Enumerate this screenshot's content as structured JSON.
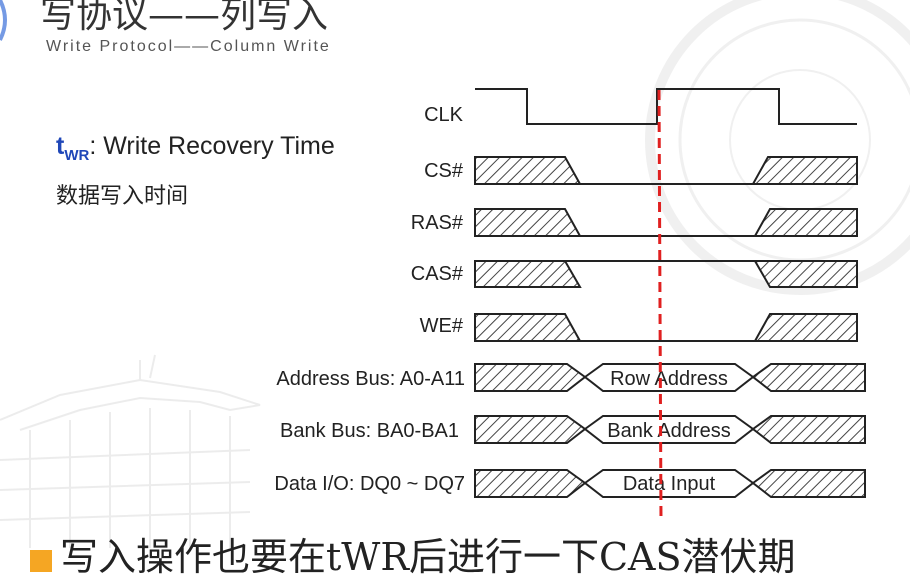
{
  "slide": {
    "title": "写协议——列写入",
    "subtitle": "Write Protocol——Column Write",
    "twr_symbol": "t",
    "twr_subscript": "WR",
    "twr_text": ": Write Recovery Time",
    "twr_chinese": "数据写入时间",
    "bottom_text": "写入操作也要在tWR后进行一下CAS潜伏期"
  },
  "timing": {
    "signals": [
      "CLK",
      "CS#",
      "RAS#",
      "CAS#",
      "WE#"
    ],
    "buses": [
      "Address Bus: A0-A11",
      "Bank Bus: BA0-BA1",
      "Data I/O: DQ0 ~ DQ7"
    ],
    "bus_values": [
      "Row Address",
      "Bank Address",
      "Data Input"
    ],
    "marker_color": "#e02020",
    "hatch_color": "#444444"
  }
}
